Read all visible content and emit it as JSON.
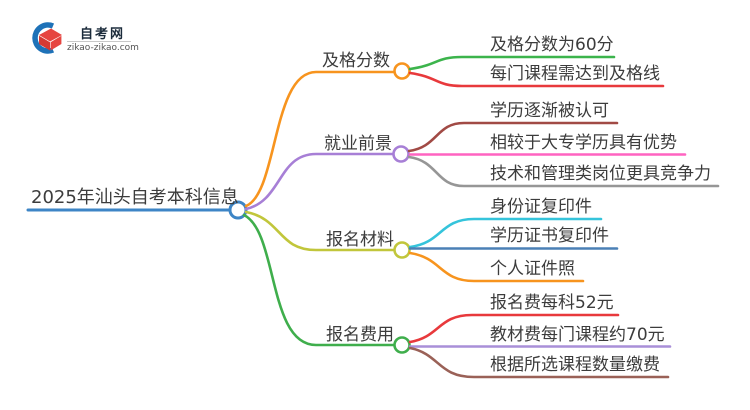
{
  "logo": {
    "title": "自考网",
    "domain": "zikao-zikao.com",
    "crescent_color": "#1e72b8",
    "cap_color": "#e64540",
    "cap_shade_color": "#d63a33"
  },
  "root": {
    "label": "2025年汕头自考本科信息",
    "color": "#3d85c6"
  },
  "branches": [
    {
      "label": "及格分数",
      "color": "#f7941e",
      "children": [
        {
          "label": "及格分数为60分",
          "color": "#3cb44c"
        },
        {
          "label": "每门课程需达到及格线",
          "color": "#e8393c"
        }
      ]
    },
    {
      "label": "就业前景",
      "color": "#a77fd6",
      "children": [
        {
          "label": "学历逐渐被认可",
          "color": "#a14a45"
        },
        {
          "label": "相较于大专学历具有优势",
          "color": "#ff63c1"
        },
        {
          "label": "技术和管理类岗位更具竞争力",
          "color": "#969696"
        }
      ]
    },
    {
      "label": "报名材料",
      "color": "#c1c63b",
      "children": [
        {
          "label": "身份证复印件",
          "color": "#35c4db"
        },
        {
          "label": "学历证书复印件",
          "color": "#4b80b6"
        },
        {
          "label": "个人证件照",
          "color": "#f7941e"
        }
      ]
    },
    {
      "label": "报名费用",
      "color": "#3fae4c",
      "children": [
        {
          "label": "报名费每科52元",
          "color": "#e8393c"
        },
        {
          "label": "教材费每门课程约70元",
          "color": "#a98fd8"
        },
        {
          "label": "根据所选课程数量缴费",
          "color": "#9a6157"
        }
      ]
    }
  ]
}
